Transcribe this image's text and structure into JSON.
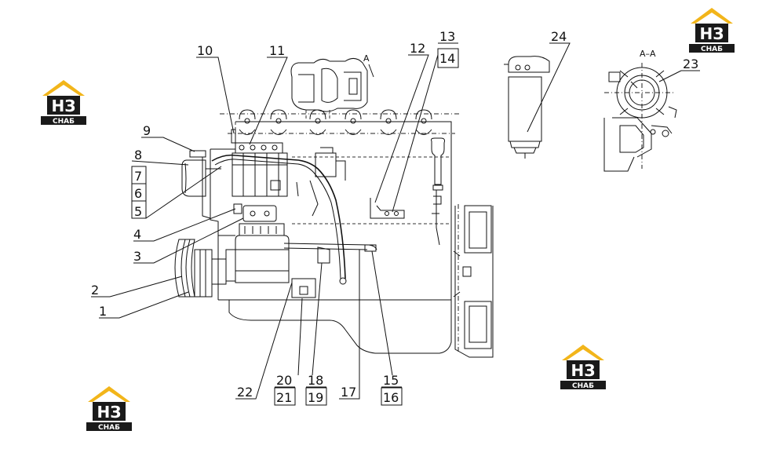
{
  "section_label": "A–A",
  "view_label": "A",
  "callouts": [
    "1",
    "2",
    "3",
    "4",
    "5",
    "6",
    "7",
    "8",
    "9",
    "10",
    "11",
    "12",
    "13",
    "14",
    "15",
    "16",
    "17",
    "18",
    "19",
    "20",
    "21",
    "22",
    "23",
    "24"
  ],
  "logo": {
    "letters": "НЗ",
    "text": "СНАБ",
    "colors": {
      "roof": "#f2b51a",
      "dark": "#1a1a1a",
      "white": "#ffffff"
    }
  }
}
